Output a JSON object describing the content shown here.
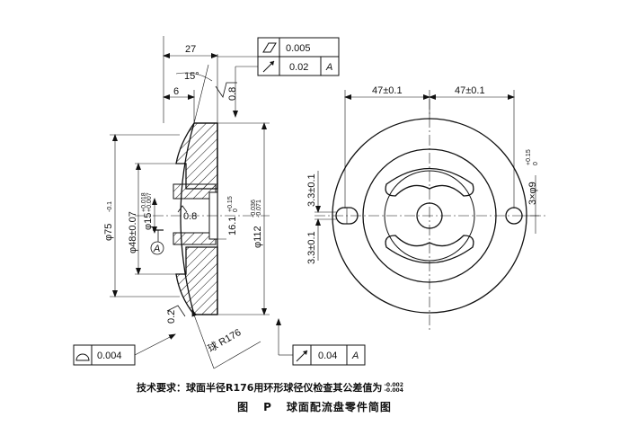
{
  "dimensions": {
    "overall_length": "27",
    "chamfer_angle": "15°",
    "step_length": "6",
    "roughness_top": "0.8",
    "roughness_mid": "0.8",
    "roughness_bottom": "0.2",
    "dia_75": "φ75",
    "dia_75_tol": "-0.1",
    "dia_48": "φ48±0.07",
    "dia_15": "φ15",
    "dia_15_tol_upper": "+0.018",
    "dia_15_tol_lower": "+0.007",
    "depth_16": "16.1",
    "depth_16_tol_upper": "+0.15",
    "depth_16_tol_lower": "0",
    "dia_112": "φ112",
    "dia_112_tol_upper": "-0.036",
    "dia_112_tol_lower": "-0.071",
    "datum_a": "A",
    "sphere_radius": "球 R176",
    "width_left": "47±0.1",
    "width_right": "47±0.1",
    "offset_upper": "3.3±0.1",
    "offset_lower": "3.3±0.1",
    "holes": "3×φ9",
    "holes_tol_upper": "+0.15",
    "holes_tol_lower": "0"
  },
  "tolerance_frames": {
    "flatness_value": "0.005",
    "runout_top_value": "0.02",
    "runout_top_datum": "A",
    "profile_value": "0.004",
    "runout_bottom_value": "0.04",
    "runout_bottom_datum": "A"
  },
  "requirements": {
    "text": "技术要求：球面半径R176用环形球径仪检查其公差值为",
    "tol_upper": "-0.002",
    "tol_lower": "-0.004"
  },
  "caption": {
    "figure_label": "图",
    "figure_letter": "P",
    "title": "球面配流盘零件简图"
  }
}
